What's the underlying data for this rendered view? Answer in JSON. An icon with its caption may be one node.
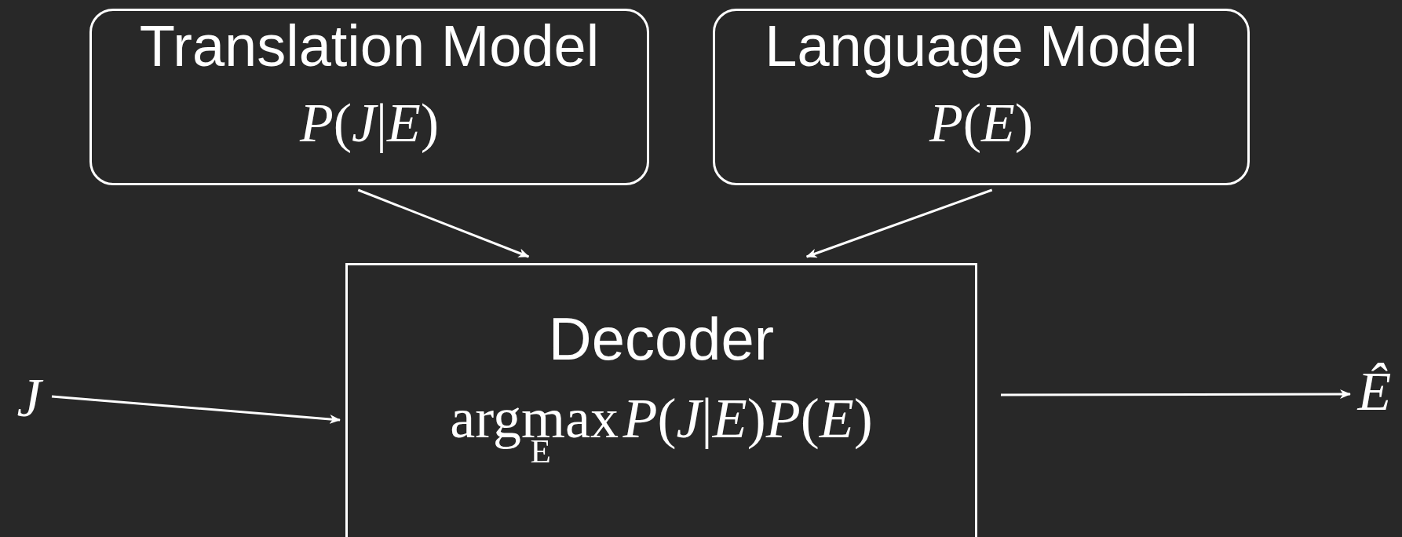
{
  "diagram": {
    "nodes": [
      {
        "text": [
          "Translation Model",
          "*P*(*J*|*E*)"
        ]
      },
      {
        "text": [
          "Language Model",
          "*P*(*E*)"
        ]
      },
      {
        "text": [
          "Decoder",
          "argmax$_{E}$ *P*(*J*|*E*)*P*(*E*)"
        ]
      },
      {
        "text": [
          "*J*"
        ]
      },
      {
        "text": [
          "*Ê*"
        ]
      }
    ],
    "edges": [
      {
        "from": 0,
        "to": 2,
        "arrow": "to"
      },
      {
        "from": 1,
        "to": 2,
        "arrow": "to"
      },
      {
        "from": 3,
        "to": 2,
        "arrow": "to"
      },
      {
        "from": 2,
        "to": 4,
        "arrow": "to"
      }
    ]
  }
}
